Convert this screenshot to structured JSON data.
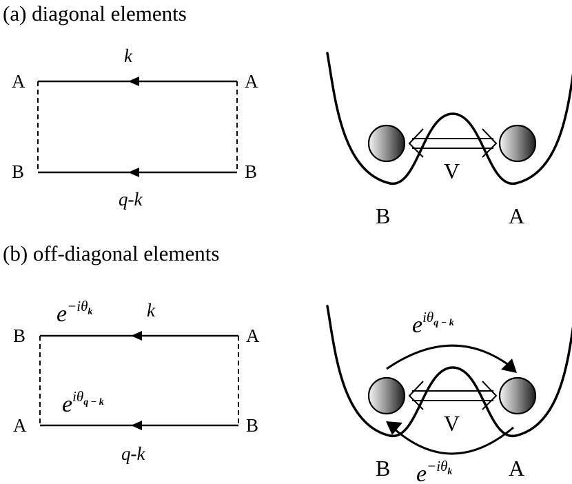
{
  "panel_a": {
    "heading": "(a) diagonal elements",
    "top_left": "A",
    "top_right": "A",
    "bottom_left": "B",
    "bottom_right": "B",
    "top_momentum": "k",
    "bottom_momentum": "q-k",
    "barrier_label": "V",
    "well_left": "B",
    "well_right": "A"
  },
  "panel_b": {
    "heading": "(b) off-diagonal elements",
    "top_left": "B",
    "top_right": "A",
    "bottom_left": "A",
    "bottom_right": "B",
    "top_momentum": "k",
    "bottom_momentum": "q-k",
    "top_phase_base": "e",
    "top_phase_exp": "−iθ",
    "top_phase_sub": "k",
    "bottom_phase_base": "e",
    "bottom_phase_exp": "iθ",
    "bottom_phase_sub": "q − k",
    "barrier_label": "V",
    "well_left": "B",
    "well_right": "A",
    "arc_top_base": "e",
    "arc_top_exp": "iθ",
    "arc_top_sub": "q − k",
    "arc_bottom_base": "e",
    "arc_bottom_exp": "−iθ",
    "arc_bottom_sub": "k"
  }
}
